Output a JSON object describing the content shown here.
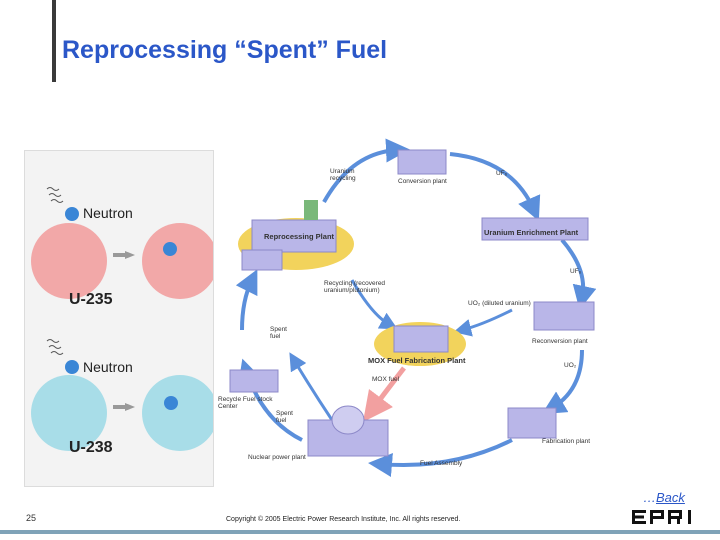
{
  "slide": {
    "title": "Reprocessing “Spent” Fuel",
    "page_number": "25",
    "copyright": "Copyright © 2005 Electric Power Research Institute, Inc. All rights reserved.",
    "back_link": "Back",
    "back_prefix": "…",
    "logo_text": "EPRI"
  },
  "left_panel": {
    "neutron_label_1": "Neutron",
    "neutron_label_2": "Neutron",
    "isotope_1": "U-235",
    "isotope_2": "U-238"
  },
  "cycle": {
    "reprocessing_plant": "Reprocessing Plant",
    "uranium_recycling": "Uranium recycling",
    "conversion_plant": "Conversion plant",
    "uf6_top": "UF₆",
    "uranium_enrichment_plant": "Uranium Enrichment Plant",
    "uf6_right": "UF₆",
    "recycling_note": "Recycling (recovered uranium/plutonium)",
    "uo2_note": "UO₂ (diluted uranium)",
    "mox_plant": "MOX Fuel Fabrication Plant",
    "reconversion_plant": "Reconversion plant",
    "uo2_right": "UO₂",
    "spent_fuel_1": "Spent fuel",
    "recycle_fuel_center": "Recycle Fuel stock Center",
    "mox_fuel": "MOX fuel",
    "spent_fuel_2": "Spent fuel",
    "nuclear_power_plant": "Nuclear power plant",
    "fabrication_plant": "Fabrication plant",
    "fuel_assembly": "Fuel Assembly"
  },
  "colors": {
    "title": "#2b57c8",
    "arrow": "#5b8fdb",
    "highlight": "#f2d35c",
    "building": "#b9b6e8",
    "u235": "#f2a8a8",
    "u238": "#a8dde8",
    "neutron": "#3a86d6"
  }
}
